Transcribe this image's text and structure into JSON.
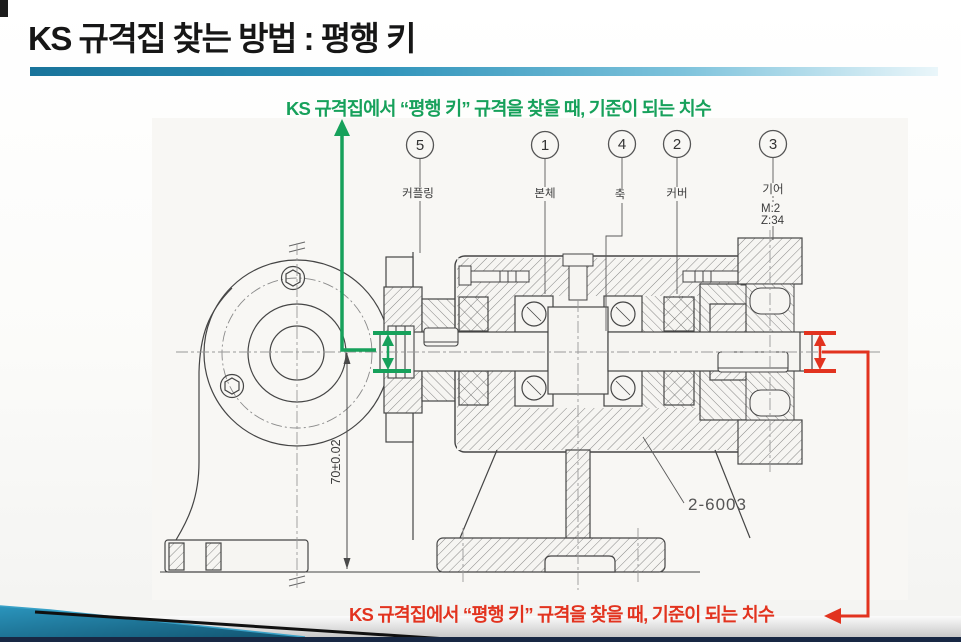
{
  "slide": {
    "title": "KS 규격집 찾는 방법 : 평행 키"
  },
  "annotations": {
    "top_note": "KS 규격집에서 “평행 키” 규격을 찾을 때, 기준이 되는 치수",
    "bottom_note": "KS 규격집에서 “평행 키” 규격을 찾을 때, 기준이 되는 치수"
  },
  "drawing": {
    "balloons": [
      {
        "number": "5",
        "label": "커플링"
      },
      {
        "number": "1",
        "label": "본체"
      },
      {
        "number": "4",
        "label": "축"
      },
      {
        "number": "2",
        "label": "커버"
      },
      {
        "number": "3",
        "label": "기어"
      }
    ],
    "gear_specs": [
      "M:2",
      "Z:34"
    ],
    "height_dimension": "70±0.02",
    "bearing_callout": "2-6003"
  },
  "colors": {
    "accent_green": "#17a15b",
    "accent_red": "#e2331f",
    "title_bar_teal": "#1d7ca2",
    "footer_navy": "#182844"
  }
}
